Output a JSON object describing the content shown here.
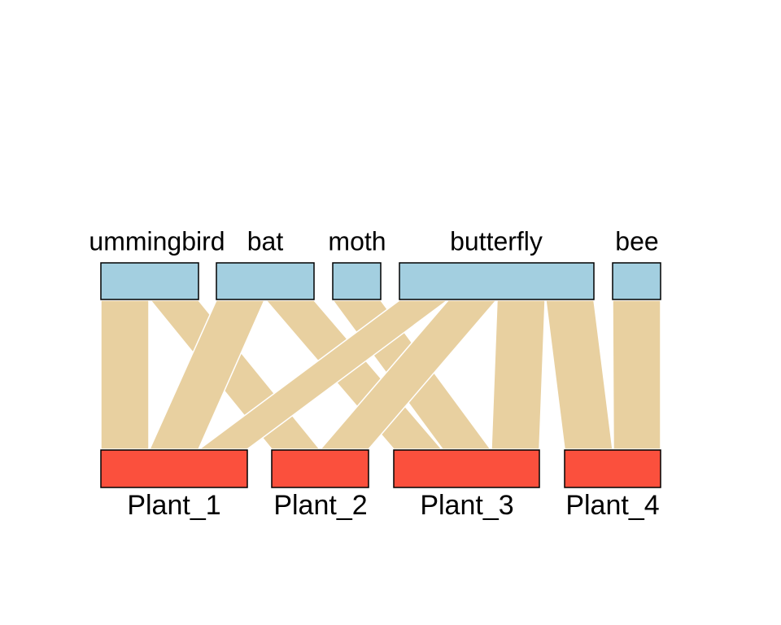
{
  "diagram": {
    "type": "bipartite-web",
    "colors": {
      "higher_box": "#a3cfe0",
      "lower_box": "#fb503d",
      "link": "#e8d0a0",
      "box_border": "#000000",
      "link_border": "#ffffff"
    },
    "higher_level": [
      {
        "id": "hummingbird",
        "label": "ummingbird"
      },
      {
        "id": "bat",
        "label": "bat"
      },
      {
        "id": "moth",
        "label": "moth"
      },
      {
        "id": "butterfly",
        "label": "butterfly"
      },
      {
        "id": "bee",
        "label": "bee"
      }
    ],
    "lower_level": [
      {
        "id": "Plant_1",
        "label": "Plant_1"
      },
      {
        "id": "Plant_2",
        "label": "Plant_2"
      },
      {
        "id": "Plant_3",
        "label": "Plant_3"
      },
      {
        "id": "Plant_4",
        "label": "Plant_4"
      }
    ],
    "links": [
      {
        "from": "hummingbird",
        "to": "Plant_1"
      },
      {
        "from": "hummingbird",
        "to": "Plant_2"
      },
      {
        "from": "bat",
        "to": "Plant_1"
      },
      {
        "from": "bat",
        "to": "Plant_3"
      },
      {
        "from": "moth",
        "to": "Plant_3"
      },
      {
        "from": "butterfly",
        "to": "Plant_1"
      },
      {
        "from": "butterfly",
        "to": "Plant_2"
      },
      {
        "from": "butterfly",
        "to": "Plant_3"
      },
      {
        "from": "butterfly",
        "to": "Plant_4"
      },
      {
        "from": "bee",
        "to": "Plant_4"
      }
    ]
  }
}
